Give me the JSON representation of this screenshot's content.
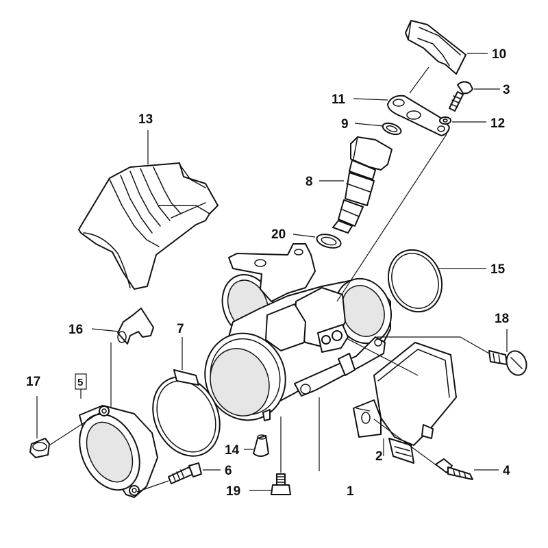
{
  "callouts": [
    {
      "id": "c10",
      "text": "10"
    },
    {
      "id": "c3",
      "text": "3"
    },
    {
      "id": "c11",
      "text": "11"
    },
    {
      "id": "c9",
      "text": "9"
    },
    {
      "id": "c12",
      "text": "12"
    },
    {
      "id": "c13",
      "text": "13"
    },
    {
      "id": "c8",
      "text": "8"
    },
    {
      "id": "c20",
      "text": "20"
    },
    {
      "id": "c15",
      "text": "15"
    },
    {
      "id": "c18",
      "text": "18"
    },
    {
      "id": "c16",
      "text": "16"
    },
    {
      "id": "c7",
      "text": "7"
    },
    {
      "id": "c17",
      "text": "17"
    },
    {
      "id": "c5",
      "text": "5"
    },
    {
      "id": "c14",
      "text": "14"
    },
    {
      "id": "c6",
      "text": "6"
    },
    {
      "id": "c2",
      "text": "2"
    },
    {
      "id": "c4",
      "text": "4"
    },
    {
      "id": "c19",
      "text": "19"
    },
    {
      "id": "c1",
      "text": "1"
    }
  ]
}
